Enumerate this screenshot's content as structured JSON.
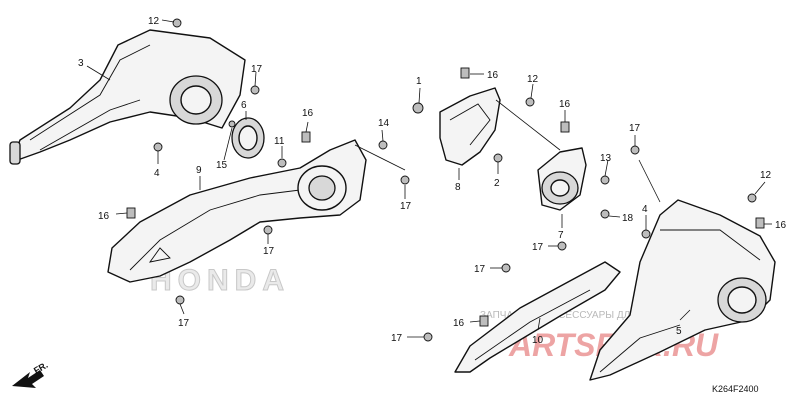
{
  "diagram_code": "K264F2400",
  "front_marker": "FR.",
  "watermark": {
    "logo": "HONDA",
    "line": "ЗАПЧАСТИ И АКСЕССУАРЫ ДЛЯ МОТОТЕХНИКИ",
    "brand": "PARTSFOR.RU"
  },
  "callouts": {
    "c1": "1",
    "c2": "2",
    "c3": "3",
    "c4a": "4",
    "c4b": "4",
    "c5": "5",
    "c6": "6",
    "c7": "7",
    "c8": "8",
    "c9": "9",
    "c10": "10",
    "c11": "11",
    "c12a": "12",
    "c12b": "12",
    "c12c": "12",
    "c13": "13",
    "c14": "14",
    "c15": "15",
    "c16a": "16",
    "c16b": "16",
    "c16c": "16",
    "c16d": "16",
    "c16e": "16",
    "c16f": "16",
    "c17a": "17",
    "c17b": "17",
    "c17c": "17",
    "c17d": "17",
    "c17e": "17",
    "c17f": "17",
    "c17g": "17",
    "c17h": "17",
    "c18": "18"
  }
}
